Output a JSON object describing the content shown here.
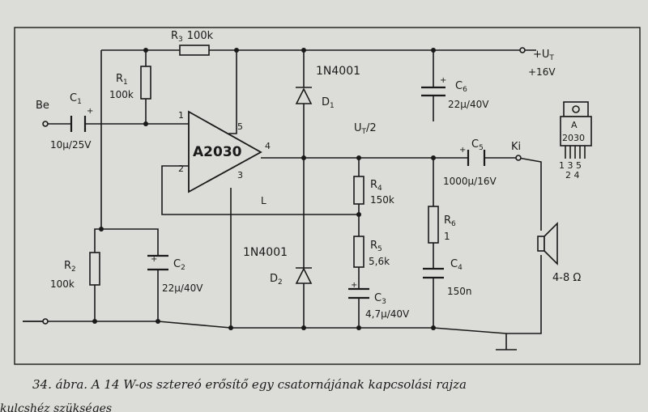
{
  "figure": {
    "caption": "34. ábra. A 14 W-os sztereó erősítő egy csatornájának kapcsolási rajza",
    "bottom_cutoff_text": "kulcshéz szükséges"
  },
  "ic": {
    "name": "A2030",
    "pins": [
      "1",
      "2",
      "3",
      "4",
      "5"
    ]
  },
  "input": {
    "label": "Be"
  },
  "output": {
    "label": "Ki"
  },
  "supply": {
    "symbol": "+U",
    "subscript": "T",
    "voltage": "+16V"
  },
  "midpoint": {
    "symbol": "U",
    "subscript": "T",
    "suffix": "/2"
  },
  "node_label": "L",
  "components": {
    "R1": {
      "name": "R",
      "sub": "1",
      "value": "100k"
    },
    "R2": {
      "name": "R",
      "sub": "2",
      "value": "100k"
    },
    "R3": {
      "name": "R",
      "sub": "3",
      "value": "100k"
    },
    "R4": {
      "name": "R",
      "sub": "4",
      "value": "150k"
    },
    "R5": {
      "name": "R",
      "sub": "5",
      "value": "5,6k"
    },
    "R6": {
      "name": "R",
      "sub": "6",
      "value": "1"
    },
    "C1": {
      "name": "C",
      "sub": "1",
      "value": "10µ/25V"
    },
    "C2": {
      "name": "C",
      "sub": "2",
      "value": "22µ/40V"
    },
    "C3": {
      "name": "C",
      "sub": "3",
      "value": "4,7µ/40V"
    },
    "C4": {
      "name": "C",
      "sub": "4",
      "value": "150n"
    },
    "C5": {
      "name": "C",
      "sub": "5",
      "value": "1000µ/16V"
    },
    "C6": {
      "name": "C",
      "sub": "6",
      "value": "22µ/40V"
    },
    "D1": {
      "name": "D",
      "sub": "1",
      "part": "1N4001"
    },
    "D2": {
      "name": "D",
      "sub": "2",
      "part": "1N4001"
    }
  },
  "speaker": {
    "impedance": "4-8 Ω"
  },
  "package": {
    "letter": "A",
    "code": "2030",
    "pins_top": "1 3 5",
    "pins_bottom": "2 4"
  },
  "polarity": {
    "plus": "+"
  }
}
